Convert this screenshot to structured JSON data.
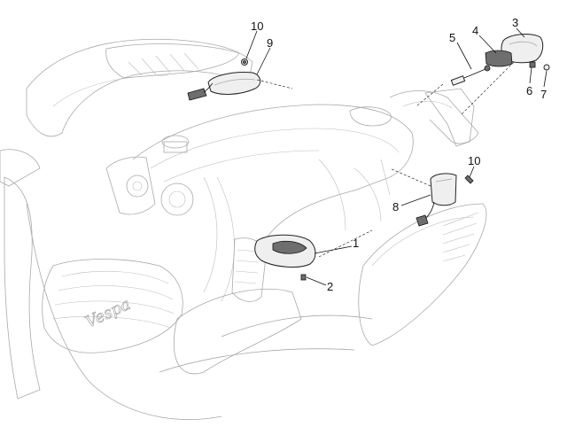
{
  "callouts": [
    {
      "id": "c10a",
      "label": "10"
    },
    {
      "id": "c9",
      "label": "9"
    },
    {
      "id": "c5",
      "label": "5"
    },
    {
      "id": "c4",
      "label": "4"
    },
    {
      "id": "c3",
      "label": "3"
    },
    {
      "id": "c6",
      "label": "6"
    },
    {
      "id": "c7",
      "label": "7"
    },
    {
      "id": "c10b",
      "label": "10"
    },
    {
      "id": "c8",
      "label": "8"
    },
    {
      "id": "c1",
      "label": "1"
    },
    {
      "id": "c2",
      "label": "2"
    }
  ],
  "logo_script": "Vespa"
}
